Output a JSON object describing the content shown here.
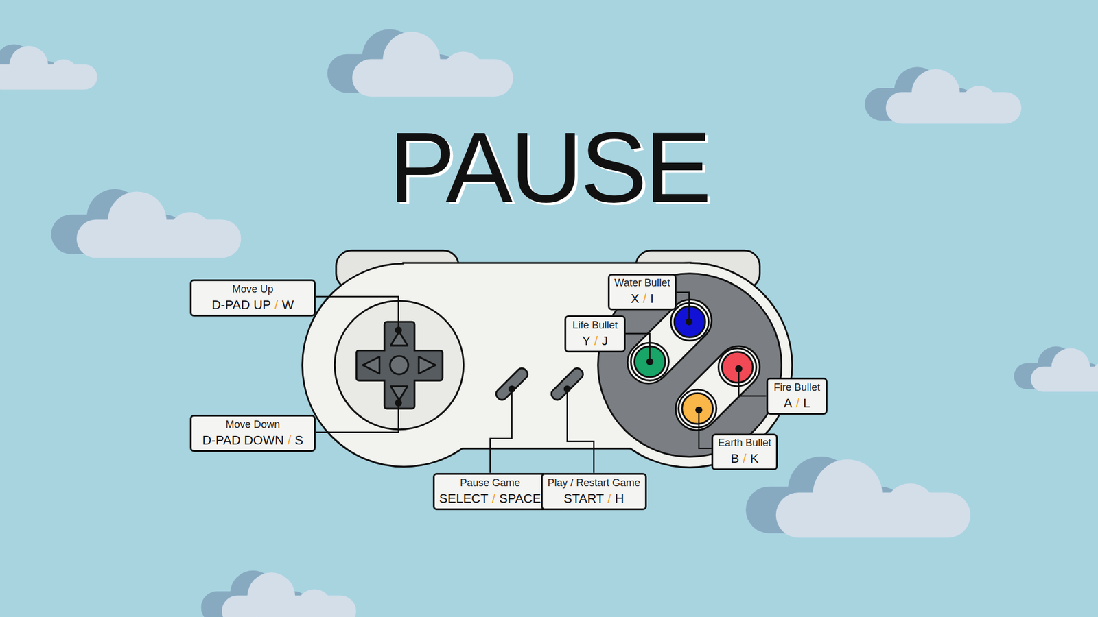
{
  "diagram": {
    "title": "PAUSE",
    "nodes": [
      {
        "text": [
          "Move Up",
          "D-PAD UP",
          "/",
          "W"
        ]
      },
      {
        "text": [
          "Water Bullet",
          "X",
          "/",
          "I"
        ]
      },
      {
        "text": [
          "Life Bullet",
          "Y",
          "/",
          "J"
        ]
      },
      {
        "text": [
          "Fire Bullet",
          "A",
          "/",
          "L"
        ]
      },
      {
        "text": [
          "Move Down",
          "D-PAD DOWN",
          "/",
          "S"
        ]
      },
      {
        "text": [
          "Earth Bullet",
          "B",
          "/",
          "K"
        ]
      },
      {
        "text": [
          "Pause Game",
          "SELECT",
          "/",
          "SPACE"
        ]
      },
      {
        "text": [
          "Play / Restart Game",
          "START",
          "/",
          "H"
        ]
      }
    ]
  }
}
